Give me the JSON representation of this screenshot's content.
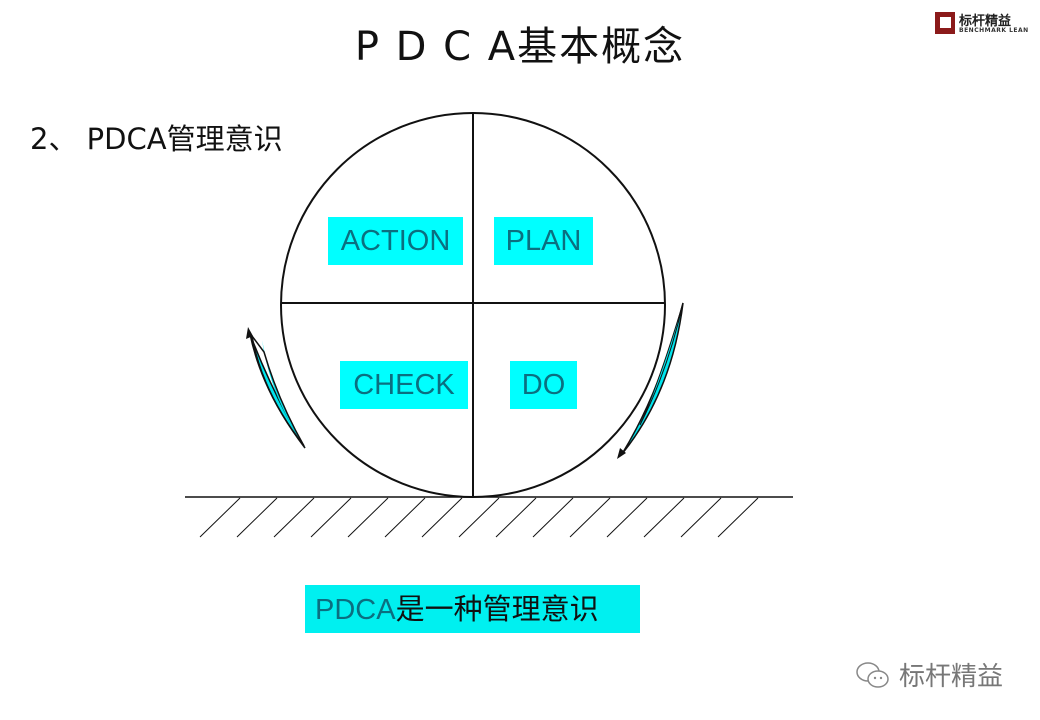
{
  "title": "P D C A基本概念",
  "subtitle": "2、 PDCA管理意识",
  "logo": {
    "cn": "标杆精益",
    "en": "BENCHMARK LEAN"
  },
  "quadrants": {
    "action": "ACTION",
    "plan": "PLAN",
    "check": "CHECK",
    "do": "DO"
  },
  "caption": {
    "en": "PDCA",
    "zh": "是一种管理意识"
  },
  "watermark": {
    "text": "标杆精益",
    "icon": "wechat-icon"
  },
  "colors": {
    "highlight": "#00ffff",
    "label_text": "#0b6f80"
  }
}
